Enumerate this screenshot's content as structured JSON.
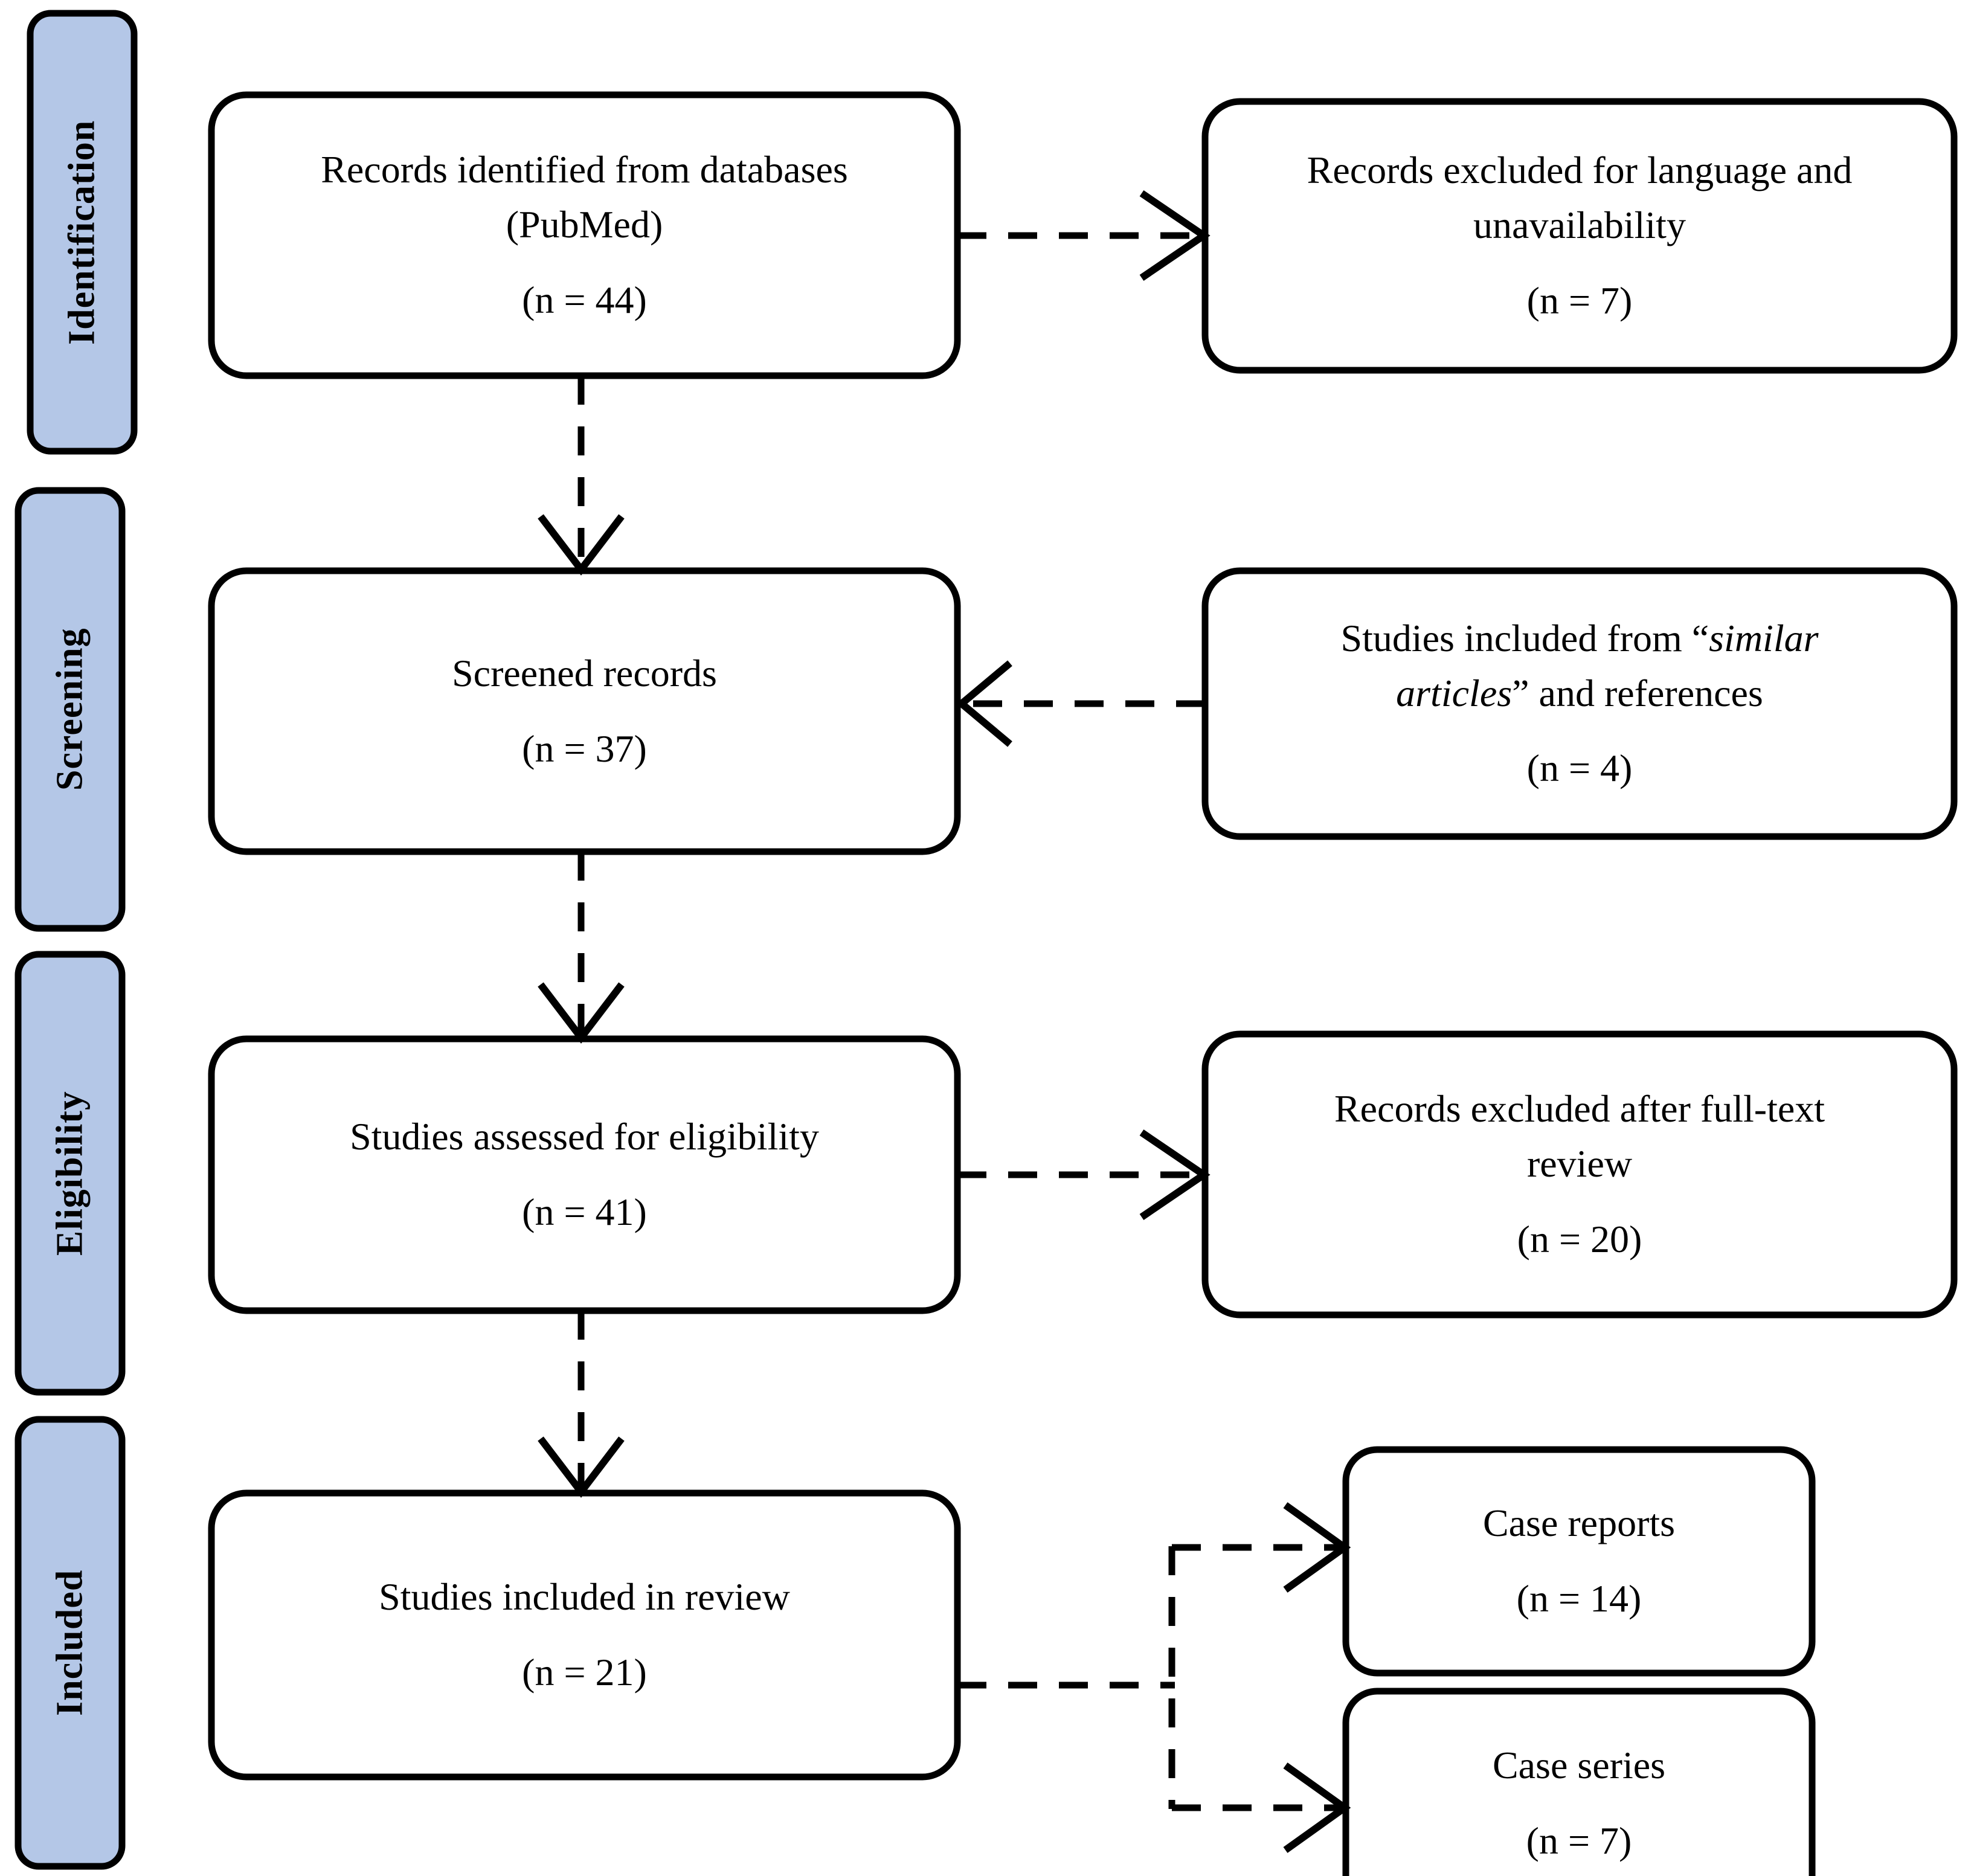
{
  "diagram": {
    "type": "prisma-flow-diagram",
    "colors": {
      "stage_fill": "#B4C7E7",
      "stage_border": "#000000",
      "node_fill": "#FFFFFF",
      "node_border": "#000000",
      "connector": "#000000"
    }
  },
  "stages": [
    {
      "id": "identification",
      "label": "Identification"
    },
    {
      "id": "screening",
      "label": "Screening"
    },
    {
      "id": "eligibility",
      "label": "Eligibility"
    },
    {
      "id": "included",
      "label": "Included"
    }
  ],
  "nodes": {
    "records_identified": {
      "line1": "Records identified  from databases",
      "line2": "(PubMed)",
      "count": "(n = 44)"
    },
    "records_excluded_language": {
      "line1": "Records excluded for language  and",
      "line2": "unavailability",
      "count": "(n = 7)"
    },
    "screened_records": {
      "line1": "Screened records",
      "count": "(n = 37)"
    },
    "studies_from_similar_articles": {
      "prefix": "Studies included from “",
      "italic1": "similar",
      "italic2": "articles",
      "suffix": "” and references",
      "count": "(n = 4)"
    },
    "studies_assessed": {
      "line1": "Studies assessed for eligibility",
      "count": "(n = 41)"
    },
    "records_excluded_fulltext": {
      "line1": "Records excluded after full-text",
      "line2": "review",
      "count": "(n = 20)"
    },
    "studies_included": {
      "line1": "Studies included in review",
      "count": "(n = 21)"
    },
    "case_reports": {
      "line1": "Case reports",
      "count": "(n = 14)"
    },
    "case_series": {
      "line1": "Case series",
      "count": "(n = 7)"
    }
  },
  "chart_data": {
    "type": "diagram",
    "title": "PRISMA study selection flow diagram",
    "stages": [
      "Identification",
      "Screening",
      "Eligibility",
      "Included"
    ],
    "nodes": [
      {
        "id": "records_identified",
        "stage": "Identification",
        "label": "Records identified from databases (PubMed)",
        "n": 44
      },
      {
        "id": "records_excluded_language",
        "stage": "Identification",
        "label": "Records excluded for language and unavailability",
        "n": 7
      },
      {
        "id": "screened_records",
        "stage": "Screening",
        "label": "Screened records",
        "n": 37
      },
      {
        "id": "studies_from_similar_articles",
        "stage": "Screening",
        "label": "Studies included from \"similar articles\" and references",
        "n": 4
      },
      {
        "id": "studies_assessed",
        "stage": "Eligibility",
        "label": "Studies assessed for eligibility",
        "n": 41
      },
      {
        "id": "records_excluded_fulltext",
        "stage": "Eligibility",
        "label": "Records excluded after full-text review",
        "n": 20
      },
      {
        "id": "studies_included",
        "stage": "Included",
        "label": "Studies included in review",
        "n": 21
      },
      {
        "id": "case_reports",
        "stage": "Included",
        "label": "Case reports",
        "n": 14
      },
      {
        "id": "case_series",
        "stage": "Included",
        "label": "Case series",
        "n": 7
      }
    ],
    "edges": [
      {
        "from": "records_identified",
        "to": "records_excluded_language",
        "style": "dashed",
        "direction": "right"
      },
      {
        "from": "records_identified",
        "to": "screened_records",
        "style": "dashed",
        "direction": "down"
      },
      {
        "from": "studies_from_similar_articles",
        "to": "screened_records",
        "style": "dashed",
        "direction": "left"
      },
      {
        "from": "screened_records",
        "to": "studies_assessed",
        "style": "dashed",
        "direction": "down"
      },
      {
        "from": "studies_assessed",
        "to": "records_excluded_fulltext",
        "style": "dashed",
        "direction": "right"
      },
      {
        "from": "studies_assessed",
        "to": "studies_included",
        "style": "dashed",
        "direction": "down"
      },
      {
        "from": "studies_included",
        "to": "case_reports",
        "style": "dashed",
        "direction": "right"
      },
      {
        "from": "studies_included",
        "to": "case_series",
        "style": "dashed",
        "direction": "right"
      }
    ]
  }
}
